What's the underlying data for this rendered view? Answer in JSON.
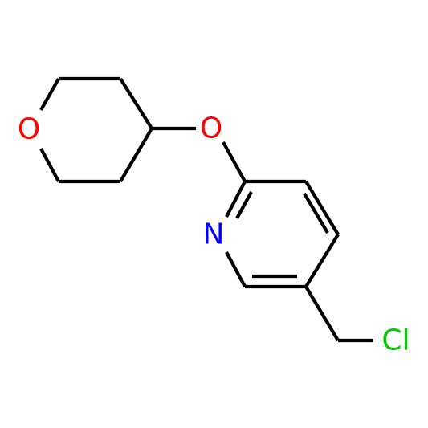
{
  "molecule": {
    "colors": {
      "bond": "#000000",
      "oxygen": "#ff0000",
      "nitrogen": "#0000ff",
      "chlorine": "#00cc00"
    },
    "atoms": {
      "ring_oxygen": {
        "symbol": "O",
        "element": "oxygen"
      },
      "ether_oxygen": {
        "symbol": "O",
        "element": "oxygen"
      },
      "pyridine_nitrogen": {
        "symbol": "N",
        "element": "nitrogen"
      },
      "chlorine": {
        "symbol": "Cl",
        "element": "chlorine"
      }
    }
  }
}
